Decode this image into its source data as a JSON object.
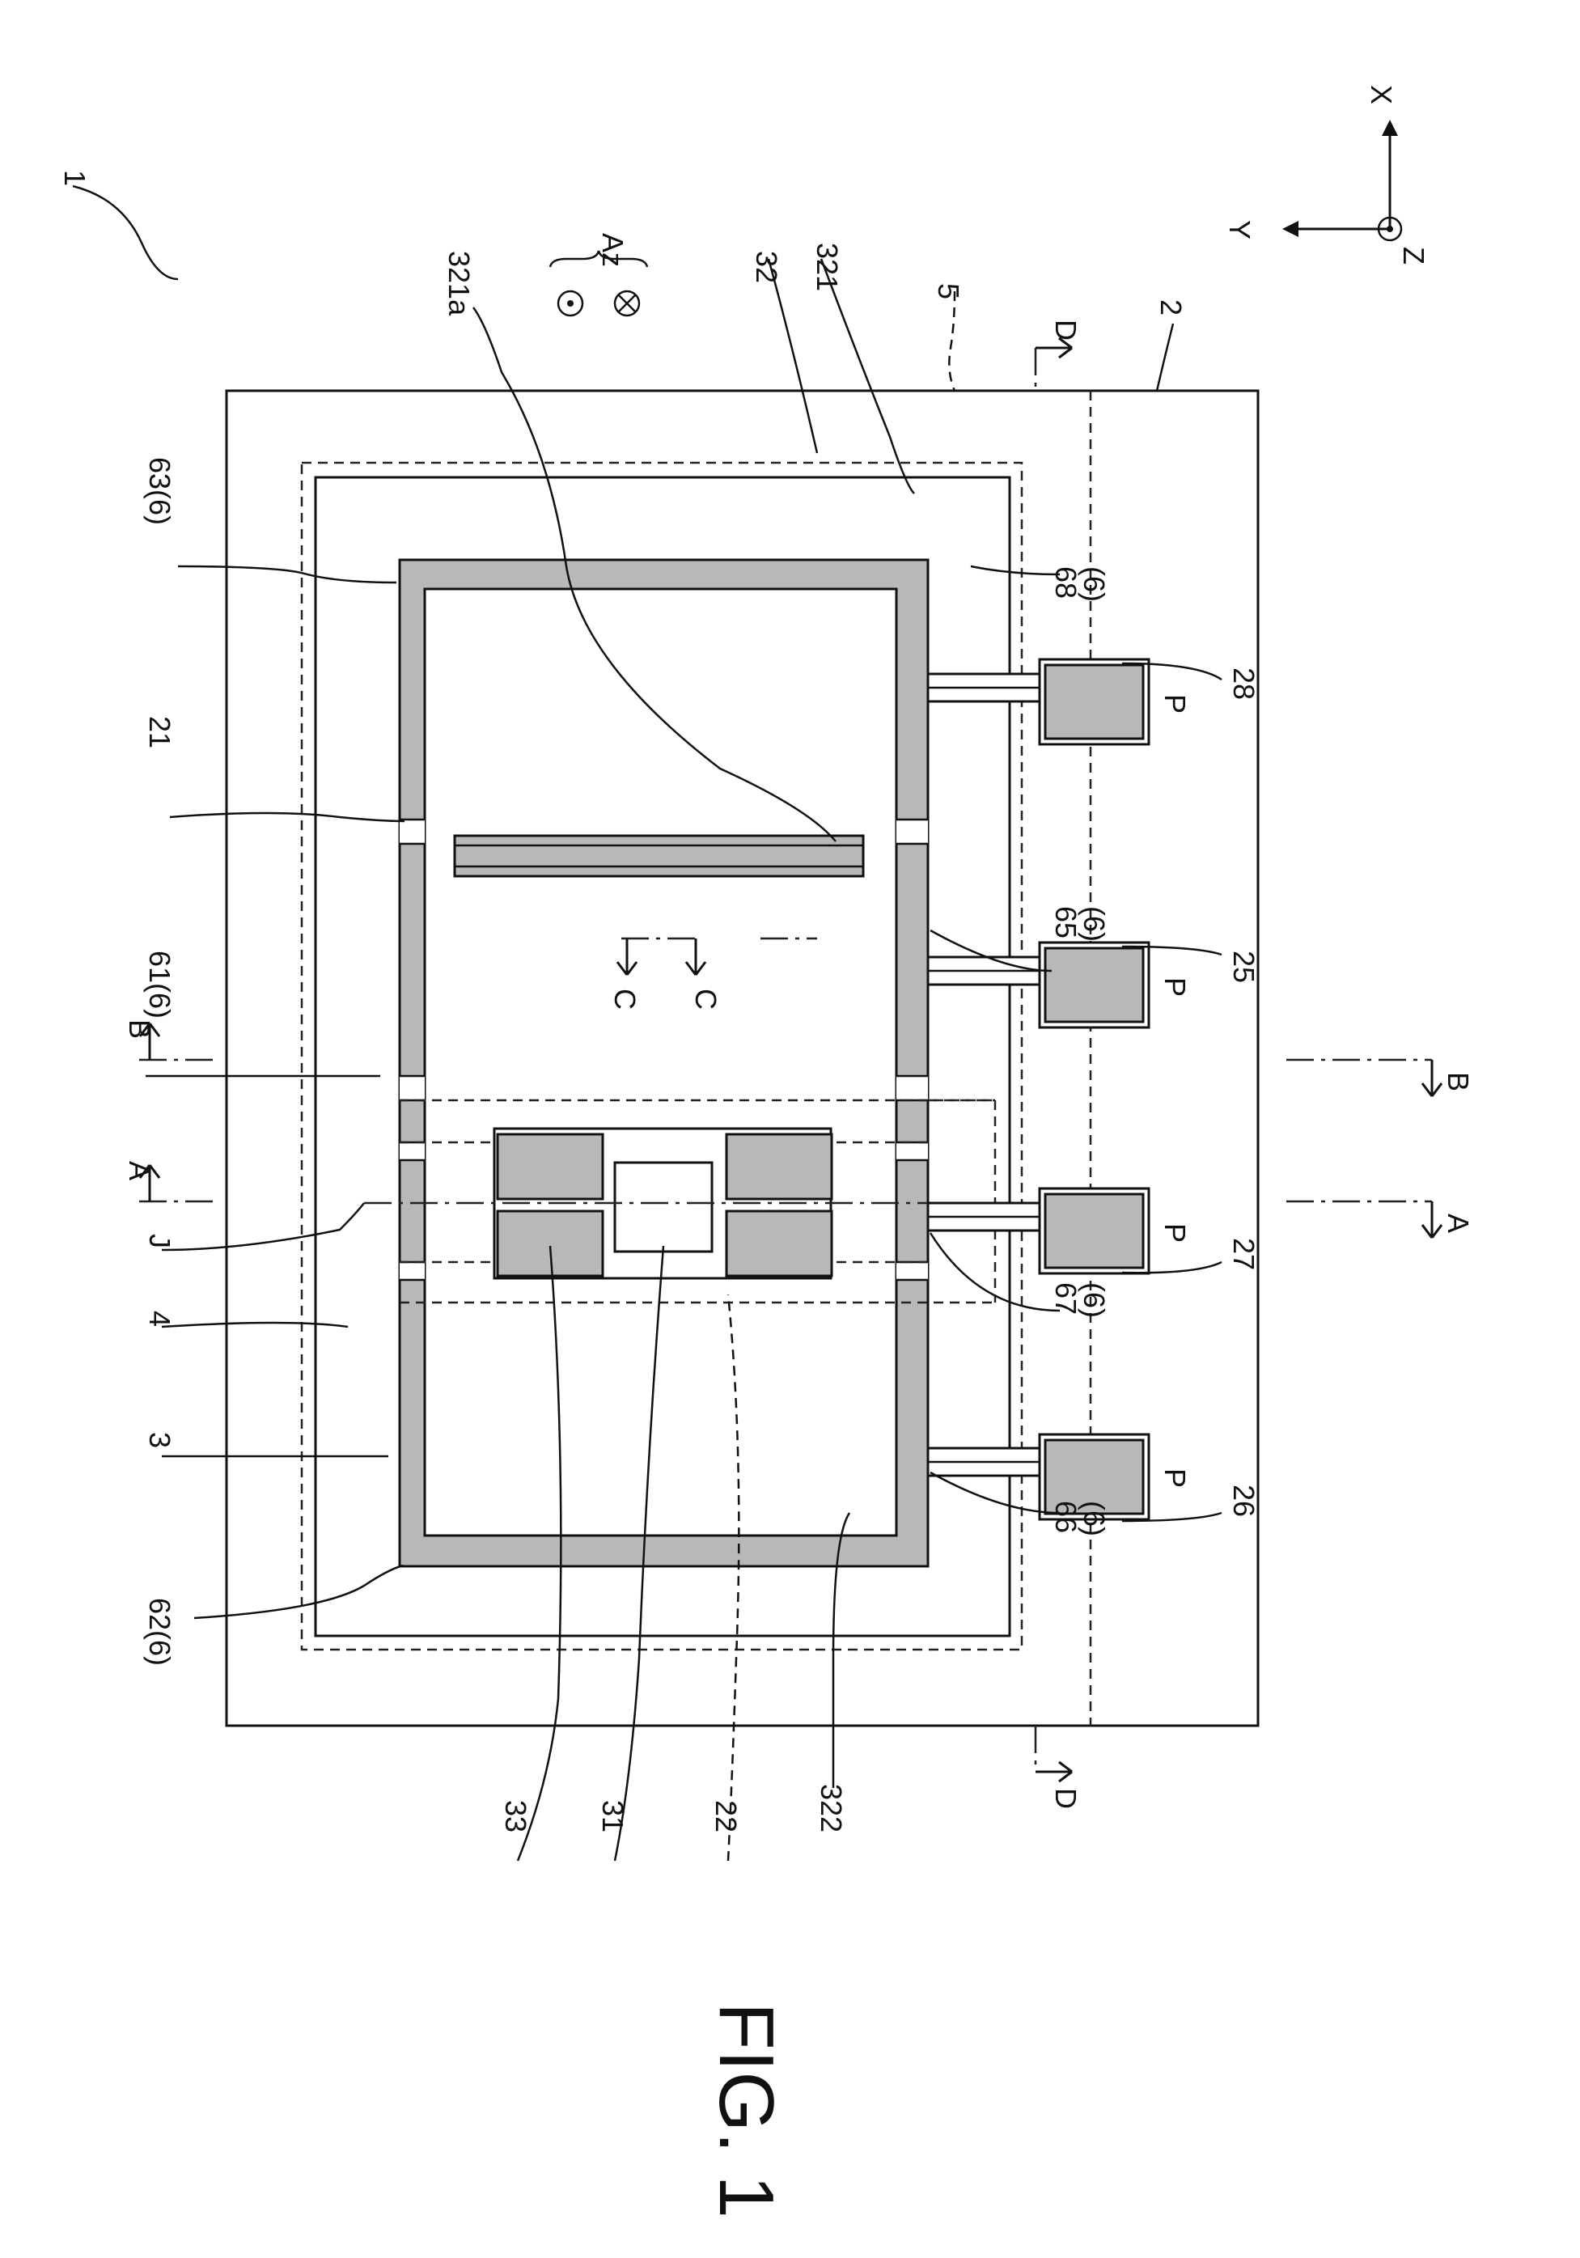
{
  "figure": {
    "title": "FIG. 1",
    "labels": {
      "device": "1",
      "base": "2",
      "frame": "3",
      "region4": "4",
      "region5": "5",
      "wire21": "21",
      "dashed22": "22",
      "pad25": "25",
      "pad26": "26",
      "pad27": "27",
      "pad28": "28",
      "element31": "31",
      "element32": "32",
      "element33": "33",
      "part321": "321",
      "part321a": "321a",
      "part322": "322",
      "wire61": "61(6)",
      "wire62": "62(6)",
      "wire63": "63(6)",
      "wire65": "65",
      "wire65b": "(6)",
      "wire66": "66",
      "wire66b": "(6)",
      "wire67": "67",
      "wire67b": "(6)",
      "wire68": "68",
      "wire68b": "(6)",
      "axis_j": "J",
      "pad_p1": "P",
      "pad_p2": "P",
      "pad_p3": "P",
      "pad_p4": "P",
      "az": "Az"
    },
    "sections": {
      "a_top": "A",
      "a_bottom": "A",
      "b_top": "B",
      "b_bottom": "B",
      "c_top": "C",
      "c_bottom": "C",
      "d_top": "D",
      "d_bottom": "D"
    },
    "axes": {
      "x": "X",
      "y": "Y",
      "z": "Z"
    }
  }
}
